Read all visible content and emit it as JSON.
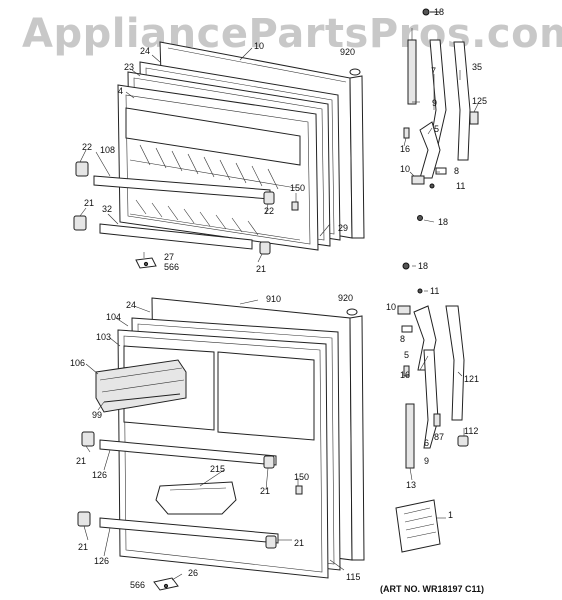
{
  "watermark": "AppliancePartsPros.com",
  "art_number": "(ART NO. WR18197 C11)",
  "labels": {
    "l18a": "18",
    "l10a": "10",
    "l920a": "920",
    "l24a": "24",
    "l23": "23",
    "l7": "7",
    "l35": "35",
    "l4": "4",
    "l9a": "9",
    "l125": "125",
    "l5a": "5",
    "l22a": "22",
    "l108": "108",
    "l16a": "16",
    "l8a": "8",
    "l10b": "10",
    "l11a": "11",
    "l150a": "150",
    "l21a": "21",
    "l32": "32",
    "l22b": "22",
    "l29": "29",
    "l18b": "18",
    "l27": "27",
    "l566a": "566",
    "l21b": "21",
    "l18c": "18",
    "l11b": "11",
    "l910": "910",
    "l920b": "920",
    "l24b": "24",
    "l10c": "10",
    "l104": "104",
    "l8b": "8",
    "l103": "103",
    "l5b": "5",
    "l106": "106",
    "l16b": "16",
    "l121": "121",
    "l99": "99",
    "l6": "6",
    "l87": "87",
    "l112": "112",
    "l21c": "21",
    "l9b": "9",
    "l126a": "126",
    "l215": "215",
    "l150b": "150",
    "l13": "13",
    "l21d": "21",
    "l1": "1",
    "l21e": "21",
    "l21f": "21",
    "l126b": "126",
    "l115": "115",
    "l26": "26",
    "l566b": "566"
  }
}
